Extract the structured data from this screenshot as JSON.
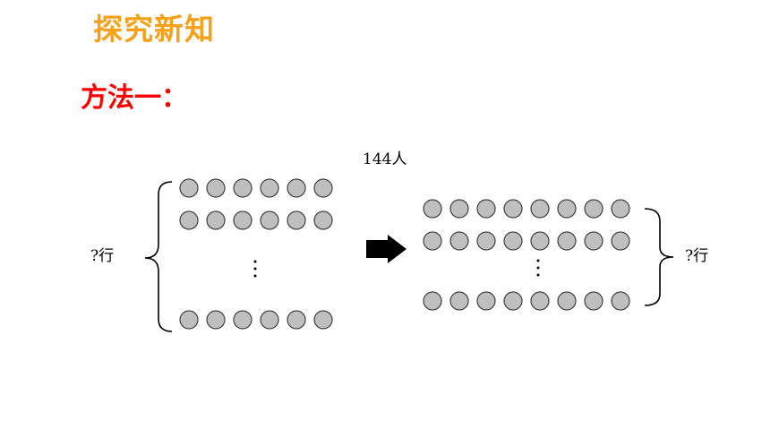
{
  "heading": {
    "text": "探究新知",
    "color": "#f7a11a"
  },
  "method": {
    "text": "方法一：",
    "color": "#ff0000"
  },
  "total_label": "144人",
  "left": {
    "rows_label": "?行",
    "dots_per_row": 6,
    "shown_rows": 3
  },
  "right": {
    "rows_label": "?行",
    "dots_per_row": 8,
    "shown_rows": 3
  },
  "arrow_icon": "right-arrow-icon",
  "ellipsis_icon": "vertical-ellipsis-icon",
  "colors": {
    "dot_fill": "#bfbfbf",
    "dot_stroke": "#404040",
    "ink": "#000000"
  }
}
